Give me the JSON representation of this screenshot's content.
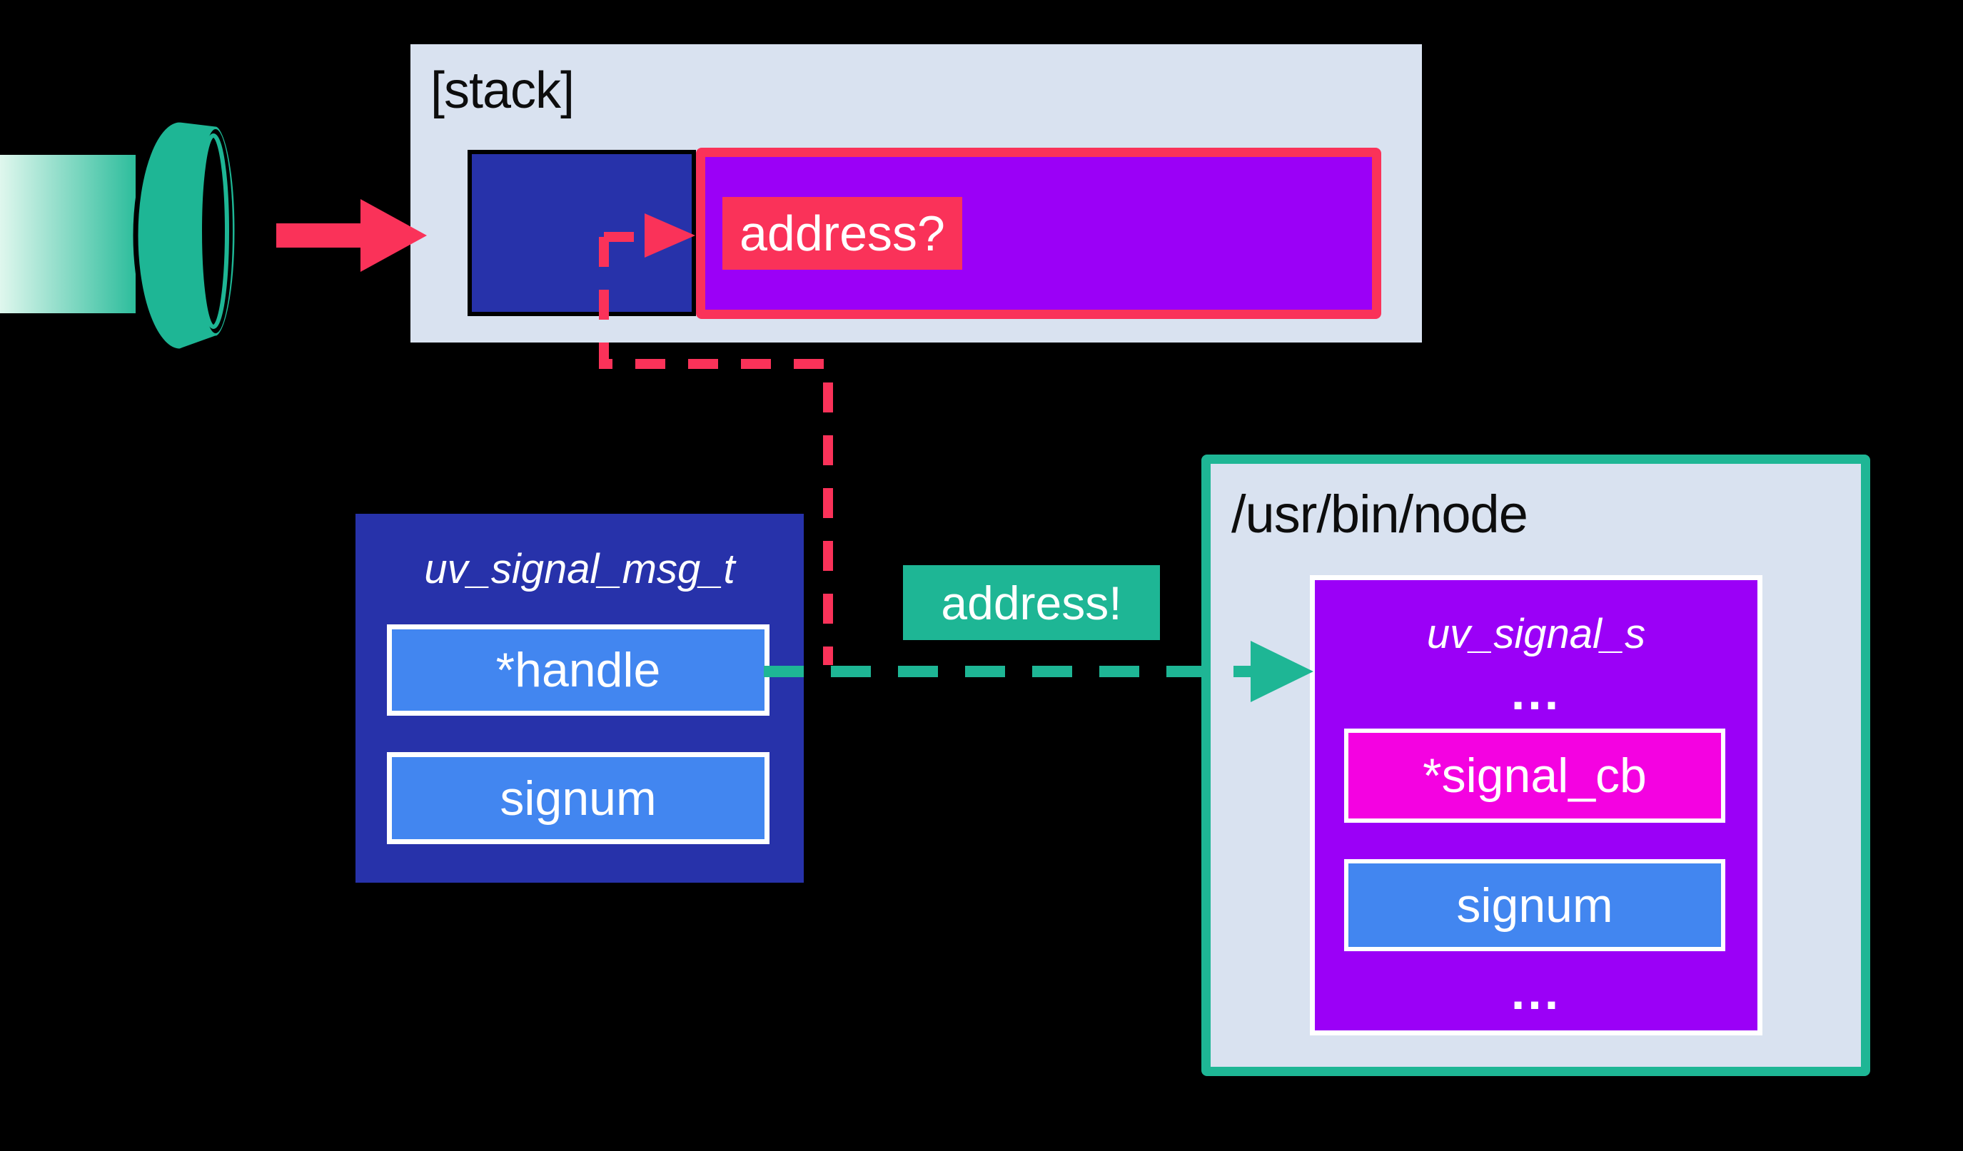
{
  "colors": {
    "background": "#000000",
    "panel_bg": "#d9e2f0",
    "navy": "#2732aa",
    "azure": "#4286f0",
    "purple": "#9b00f7",
    "magenta": "#f402e1",
    "red_pink": "#fa3259",
    "teal": "#1eb695",
    "pipe_gradient_start": "#e9faf2",
    "pipe_gradient_end": "#2dbd9c",
    "text_dark": "#0d0d0d",
    "text_light": "#ffffff"
  },
  "icons": {
    "pipe": "pipe-icon",
    "signal_arrow": "signal-arrow-icon",
    "frame_pointer_arrowhead": "frame-to-address-arrowhead-icon",
    "handle_pointer_arrowhead": "handle-to-struct-arrowhead-icon"
  },
  "stack_panel": {
    "title": "[stack]",
    "address_query": "address?"
  },
  "msg_struct": {
    "type_name": "uv_signal_msg_t",
    "fields": [
      {
        "label": "*handle"
      },
      {
        "label": "signum"
      }
    ]
  },
  "address_banner": {
    "label": "address!"
  },
  "node_panel": {
    "title": "/usr/bin/node",
    "struct": {
      "type_name": "uv_signal_s",
      "rows": [
        {
          "label": "..."
        },
        {
          "label": "*signal_cb"
        },
        {
          "label": "signum"
        },
        {
          "label": "..."
        }
      ]
    }
  }
}
